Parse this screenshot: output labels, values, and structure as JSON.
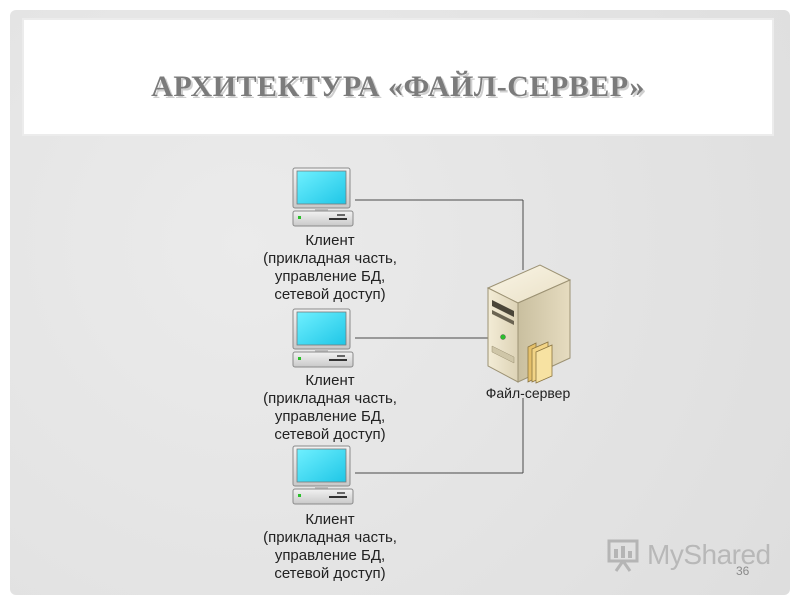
{
  "slide": {
    "title": "АРХИТЕКТУРА «ФАЙЛ-СЕРВЕР»",
    "page_number": "36"
  },
  "diagram": {
    "clients": [
      {
        "line1": "Клиент",
        "line2": "(прикладная часть,",
        "line3": "управление БД,",
        "line4": "сетевой доступ)"
      },
      {
        "line1": "Клиент",
        "line2": "(прикладная часть,",
        "line3": "управление БД,",
        "line4": "сетевой доступ)"
      },
      {
        "line1": "Клиент",
        "line2": "(прикладная часть,",
        "line3": "управление БД,",
        "line4": "сетевой доступ)"
      }
    ],
    "server": {
      "label": "Файл-сервер"
    },
    "icons": [
      "computer-icon",
      "server-icon",
      "folder-icon"
    ]
  },
  "watermark": {
    "text": "MyShared"
  },
  "colors": {
    "screen": "#33d6f0",
    "monitor_frame": "#d8d8d8",
    "server_body": "#e8e0c8",
    "connector": "#4a4a4a",
    "title": "#7b7b7b"
  }
}
